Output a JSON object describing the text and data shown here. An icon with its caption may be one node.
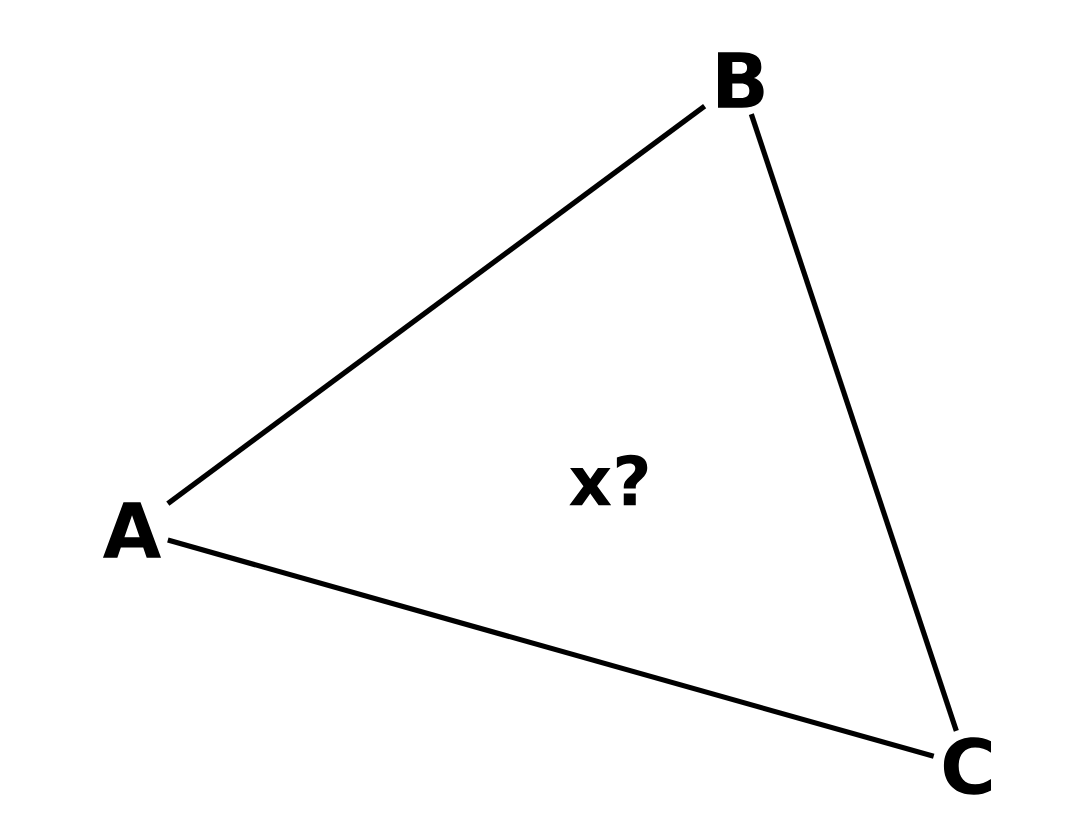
{
  "diagram": {
    "nodes": [
      {
        "text": [
          "A"
        ]
      },
      {
        "text": [
          "B"
        ]
      },
      {
        "text": [
          "C"
        ]
      }
    ],
    "edges": [
      {
        "from": 0,
        "to": 1,
        "arrow": "none"
      },
      {
        "from": 1,
        "to": 2,
        "arrow": "none"
      },
      {
        "from": 2,
        "to": 0,
        "arrow": "none"
      }
    ],
    "labels": [
      "x?"
    ]
  }
}
